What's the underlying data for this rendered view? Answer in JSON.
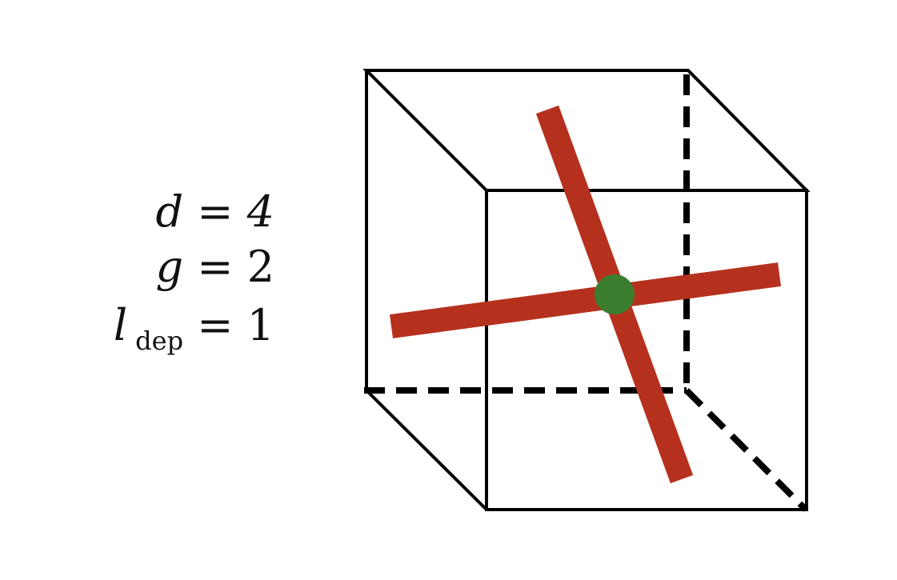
{
  "equations": [
    {
      "var": "d",
      "sub": "",
      "rhs": " = 4",
      "rhs_italic_digit": true
    },
    {
      "var": "g",
      "sub": "",
      "rhs": " = 2",
      "rhs_italic_digit": false
    },
    {
      "var": "l",
      "sub": "dep",
      "rhs": " = 1",
      "rhs_italic_digit": false
    }
  ],
  "colors": {
    "cube_edge": "#000000",
    "rod": "#b5311e",
    "center_dot": "#3b7d2e",
    "background": "#ffffff"
  }
}
